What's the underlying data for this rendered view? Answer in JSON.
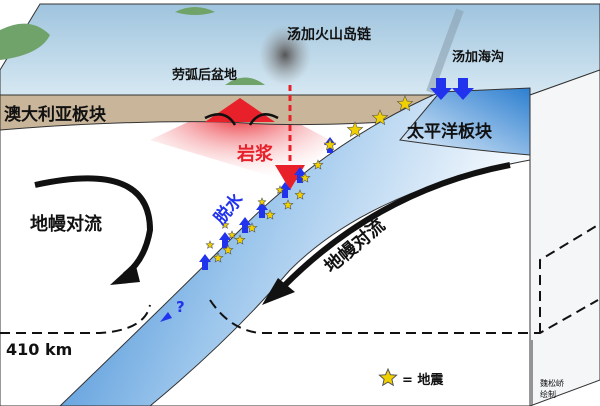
{
  "labels": {
    "volcanic_arc": "汤加火山岛链",
    "back_arc_basin": "劳弧后盆地",
    "trench": "汤加海沟",
    "australian_plate": "澳大利亚板块",
    "pacific_plate": "太平洋板块",
    "magma": "岩浆",
    "dehydration": "脱水",
    "mantle_convection_left": "地幔对流",
    "mantle_convection_right": "地幔对流",
    "depth": "410 km",
    "unknown": "?"
  },
  "legend": {
    "symbol": "star-icon",
    "text": "= 地震"
  },
  "credit": {
    "line1": "魏松峤",
    "line2": "绘制"
  },
  "colors": {
    "crust": "#c9b59a",
    "slab": "#2d7fd0",
    "magma": "#e8202a",
    "arrow": "#2233ee",
    "star": "#f0d000"
  }
}
